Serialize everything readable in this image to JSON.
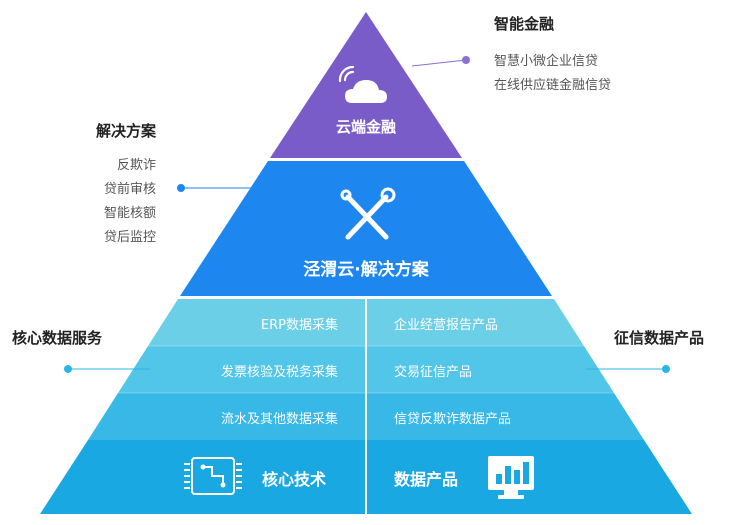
{
  "colors": {
    "top": "#7a5cc8",
    "middle": "#1d87ef",
    "row1": "#6ccfe8",
    "row2": "#52c6e8",
    "row3": "#38b8e6",
    "bottom": "#1aa8e2",
    "connector_purple": "#8b6fd6",
    "connector_blue": "#1d87ef",
    "connector_cyan": "#29b6e6"
  },
  "icons": {
    "top": "cloud-signal-icon",
    "middle": "wrench-screwdriver-icon",
    "bottom_left": "circuit-chip-icon",
    "bottom_right": "bar-chart-monitor-icon"
  },
  "top_tier": {
    "label": "云端金融",
    "callout_title": "智能金融",
    "callout_items": [
      "智慧小微企业信贷",
      "在线供应链金融信贷"
    ]
  },
  "middle_tier": {
    "label": "泾渭云·解决方案",
    "callout_title": "解决方案",
    "callout_items": [
      "反欺诈",
      "贷前审核",
      "智能核额",
      "贷后监控"
    ]
  },
  "bottom_tier": {
    "left_callout": "核心数据服务",
    "right_callout": "征信数据产品",
    "left_rows": [
      "ERP数据采集",
      "发票核验及税务采集",
      "流水及其他数据采集"
    ],
    "right_rows": [
      "企业经营报告产品",
      "交易征信产品",
      "信贷反欺诈数据产品"
    ],
    "left_label": "核心技术",
    "right_label": "数据产品"
  }
}
